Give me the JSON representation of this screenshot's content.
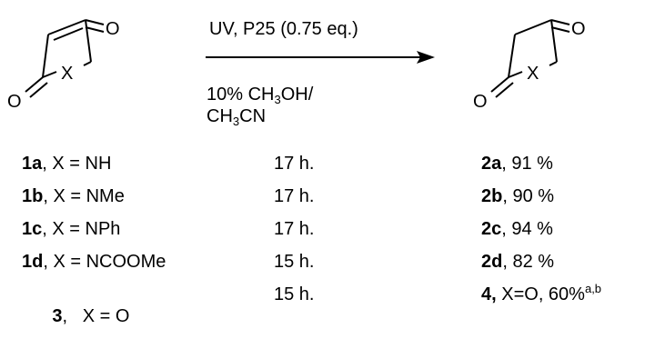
{
  "reactant": {
    "atoms": {
      "o1": "O",
      "x": "X",
      "o2": "O"
    }
  },
  "product": {
    "atoms": {
      "o1": "O",
      "x": "X",
      "o2": "O"
    }
  },
  "conditions": {
    "above": "UV, P25 (0.75 eq.)",
    "below_1_prefix": "10% CH",
    "below_1_sub": "3",
    "below_1_suffix": "OH/",
    "below_2_prefix": "CH",
    "below_2_sub": "3",
    "below_2_suffix": "CN"
  },
  "rows": [
    {
      "id": "1a",
      "sep": ",",
      "x_label": " X = NH",
      "time": "17 h.",
      "product_id": "2a",
      "product_rest": ", 91 %",
      "sup": ""
    },
    {
      "id": "1b",
      "sep": ",",
      "x_label": " X = NMe",
      "time": "17 h.",
      "product_id": "2b",
      "product_rest": ", 90 %",
      "sup": ""
    },
    {
      "id": "1c",
      "sep": ",",
      "x_label": " X = NPh",
      "time": "17 h.",
      "product_id": "2c",
      "product_rest": ", 94 %",
      "sup": ""
    },
    {
      "id": "1d",
      "sep": ",",
      "x_label": " X = NCOOMe",
      "time": "15 h.",
      "product_id": "2d",
      "product_rest": ", 82 %",
      "sup": ""
    },
    {
      "id": "3",
      "sep": ",",
      "x_label": "   X = O",
      "time": "15 h.",
      "product_id": "4,",
      "product_rest": " X=O, 60%",
      "sup": "a,b"
    }
  ]
}
